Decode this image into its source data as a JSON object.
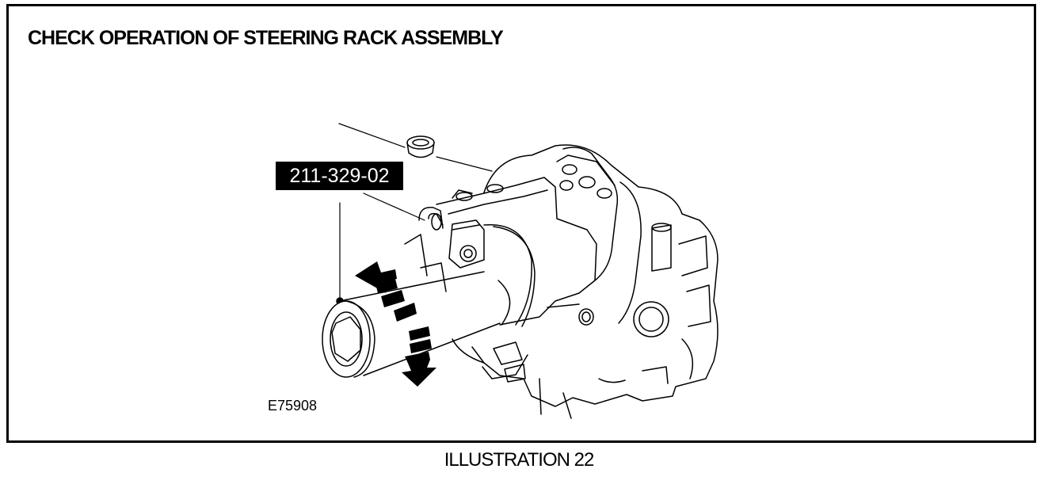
{
  "header": {
    "title": "CHECK OPERATION OF STEERING RACK ASSEMBLY"
  },
  "diagram": {
    "tool_label": "211-329-02",
    "figure_id": "E75908",
    "icons": [
      "steering-rack-housing-icon",
      "special-tool-socket-icon",
      "rotation-arrow-icon",
      "seal-icon"
    ]
  },
  "footer": {
    "caption": "ILLUSTRATION 22"
  }
}
